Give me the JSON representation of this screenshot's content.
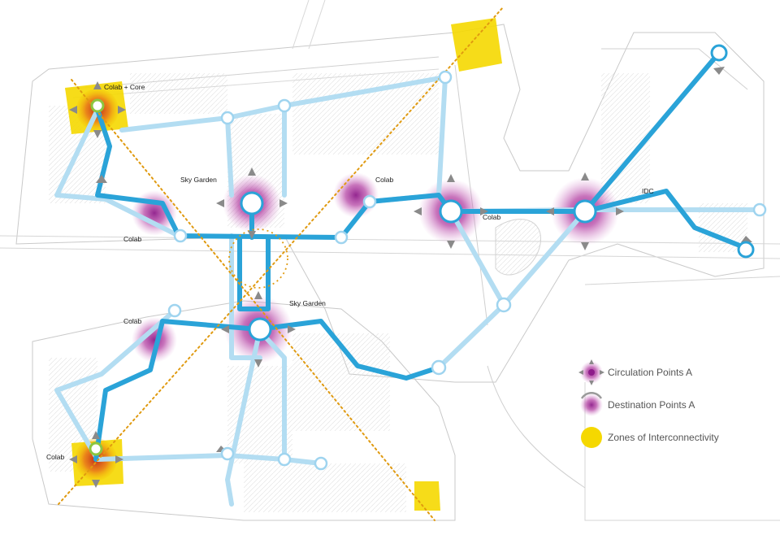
{
  "labels": {
    "colab_core": "Colab + Core",
    "sky_garden_top": "Sky Garden",
    "colab_center": "Colab",
    "colab_right": "Colab",
    "idc": "IDC",
    "colab_left": "Colab",
    "sky_garden_mid": "Sky Garden",
    "colab_lower_left": "Colab",
    "colab_bottom": "Colab"
  },
  "legend": {
    "circulation": "Circulation Points A",
    "destination": "Destination Points A",
    "zones": "Zones of Interconnectivity"
  },
  "colors": {
    "primary_path": "#2aa3d8",
    "secondary_path": "#b3ddf2",
    "hub_glow": "#8e1c8a",
    "zone": "#f5d800",
    "zone_hot": "#e8501a",
    "axis": "#e09a10",
    "node_core": "#8cc63f",
    "plan_lines": "#c8c8c8"
  }
}
